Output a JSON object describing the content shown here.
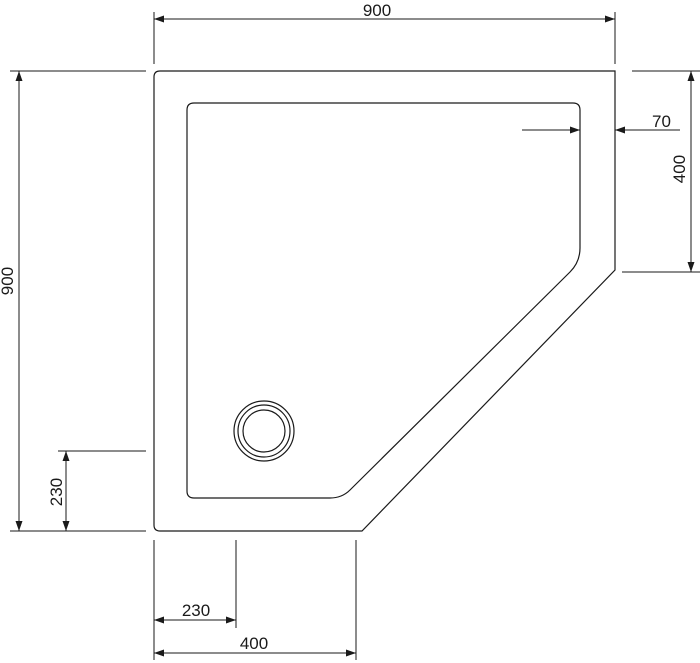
{
  "diagram": {
    "kind": "pentagonal shower tray technical drawing",
    "colors": {
      "line": "#1a1a1a",
      "background": "#ffffff"
    },
    "dimensions": {
      "top_width": "900",
      "left_height": "900",
      "right_short_height": "400",
      "rim_width": "70",
      "left_short_height": "230",
      "bottom_short_width": "230",
      "bottom_long_width": "400"
    }
  }
}
